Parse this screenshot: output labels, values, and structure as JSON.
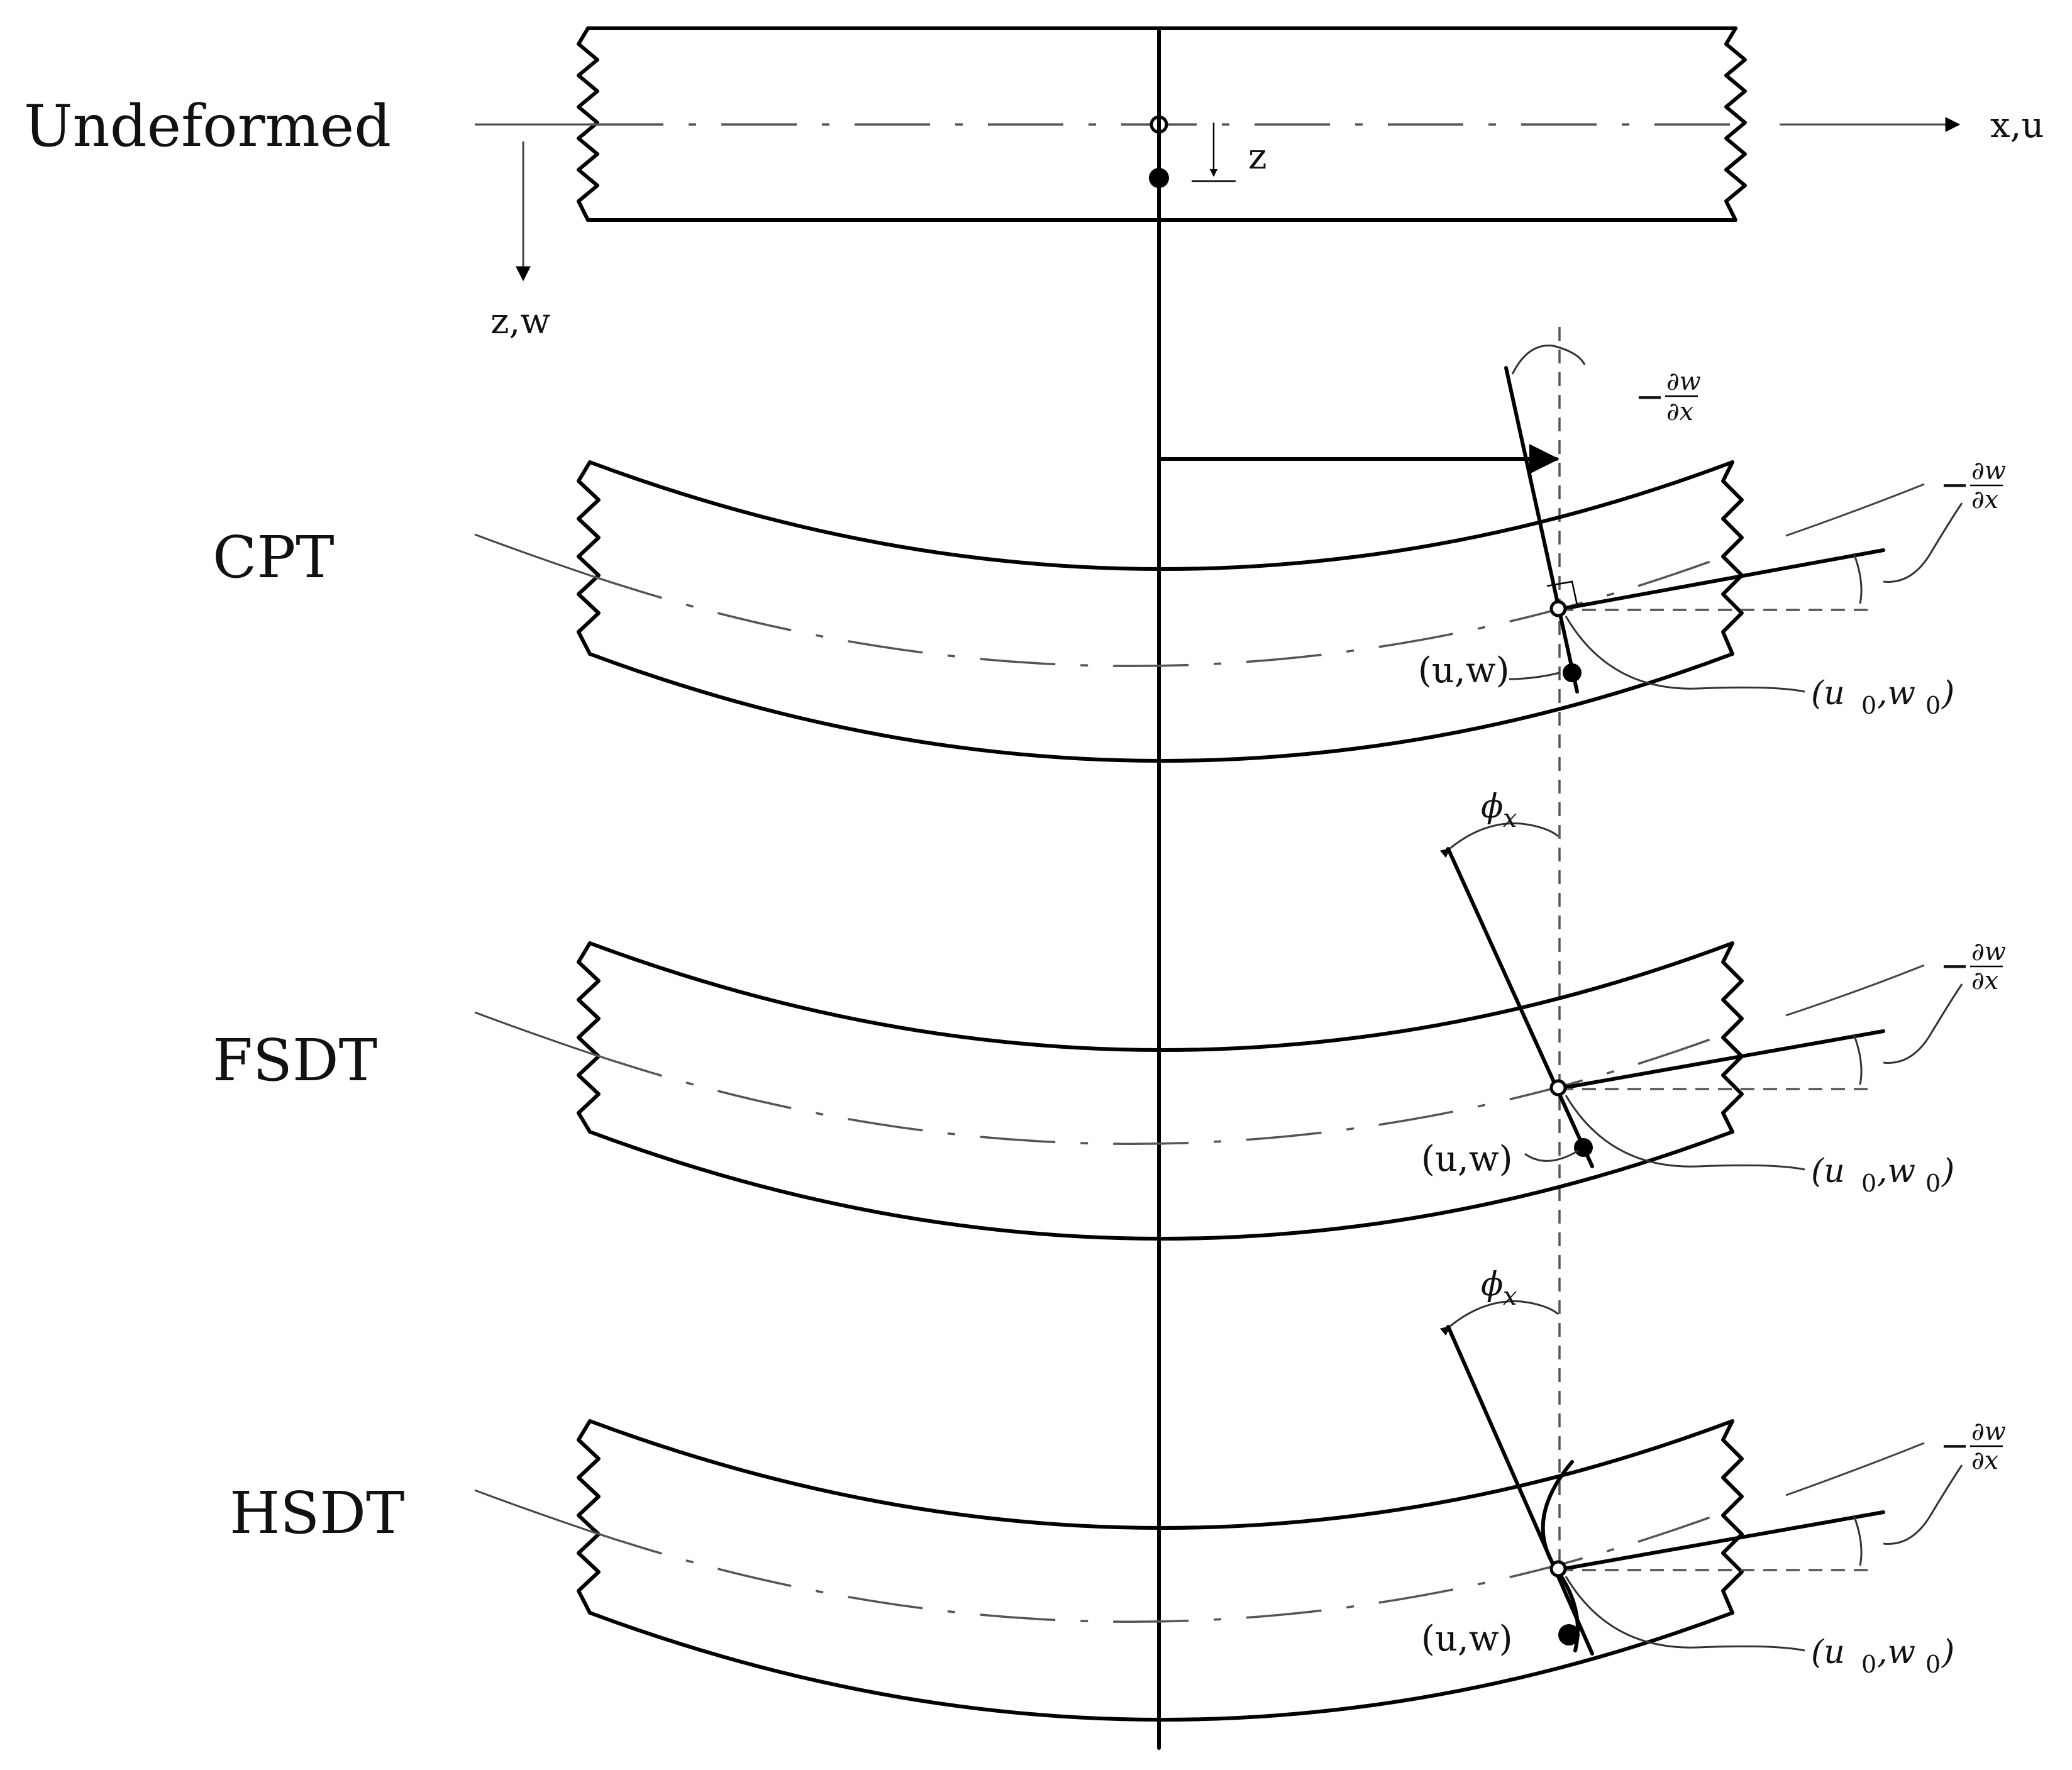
{
  "labels": {
    "undeformed": "Undeformed",
    "cpt": "CPT",
    "fsdt": "FSDT",
    "hsdt": "HSDT",
    "x_axis": "x,u",
    "z_axis": "z,w",
    "z_small": "z",
    "uw": "(u,w)",
    "u0w0_u": "(u",
    "u0w0_w": ",w",
    "u0w0_close": ")",
    "sub0": "0",
    "neg": "−",
    "dw": "∂w",
    "dx": "∂x",
    "phi": "ϕ",
    "phi_sub": "x"
  },
  "icons": {
    "arrow_head": "filled-triangle-arrow",
    "material_point": "filled-dot",
    "midplane_point": "hollow-circle",
    "beam_cut": "zigzag-break"
  },
  "colors": {
    "ink": "#000000",
    "reference_line": "#555555",
    "background": "#ffffff"
  }
}
